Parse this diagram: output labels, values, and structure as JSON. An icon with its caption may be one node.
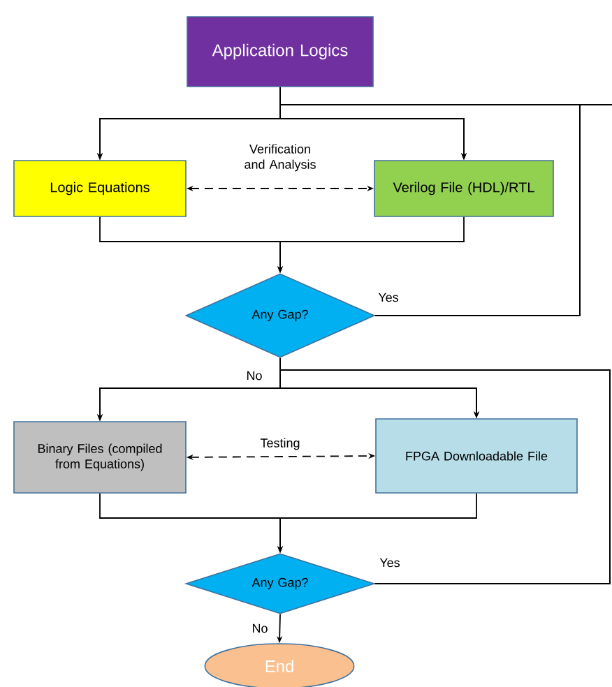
{
  "diagram": {
    "nodes": [
      {
        "text": [
          "Application Logics"
        ]
      },
      {
        "text": [
          "Logic Equations"
        ]
      },
      {
        "text": [
          "Verilog File (HDL)/RTL"
        ]
      },
      {
        "text": [
          "Any Gap?"
        ]
      },
      {
        "text": [
          "Binary Files (compiled from Equations)"
        ]
      },
      {
        "text": [
          "FPGA Downloadable File"
        ]
      },
      {
        "text": [
          "Any Gap?"
        ]
      },
      {
        "text": [
          "End"
        ]
      }
    ],
    "edges": [
      {
        "from": 0,
        "to": 1,
        "arrow": "to"
      },
      {
        "from": 0,
        "to": 2,
        "arrow": "to"
      },
      {
        "from": 1,
        "to": 2,
        "arrow": "both",
        "style": "dashed",
        "label": "Verification and Analysis"
      },
      {
        "from": 1,
        "to": 3,
        "arrow": "to"
      },
      {
        "from": 2,
        "to": 3,
        "arrow": "to"
      },
      {
        "from": 3,
        "to": 1,
        "arrow": "to",
        "label": "Yes"
      },
      {
        "from": 3,
        "to": 2,
        "arrow": "to"
      },
      {
        "from": 3,
        "to": 4,
        "arrow": "to",
        "label": "No"
      },
      {
        "from": 3,
        "to": 5,
        "arrow": "to"
      },
      {
        "from": 4,
        "to": 5,
        "arrow": "both",
        "style": "dashed",
        "label": "Testing"
      },
      {
        "from": 4,
        "to": 6,
        "arrow": "to"
      },
      {
        "from": 5,
        "to": 6,
        "arrow": "to"
      },
      {
        "from": 6,
        "to": 4,
        "arrow": "to",
        "label": "Yes"
      },
      {
        "from": 6,
        "to": 5,
        "arrow": "to"
      },
      {
        "from": 6,
        "to": 7,
        "arrow": "to",
        "label": "No"
      }
    ]
  }
}
